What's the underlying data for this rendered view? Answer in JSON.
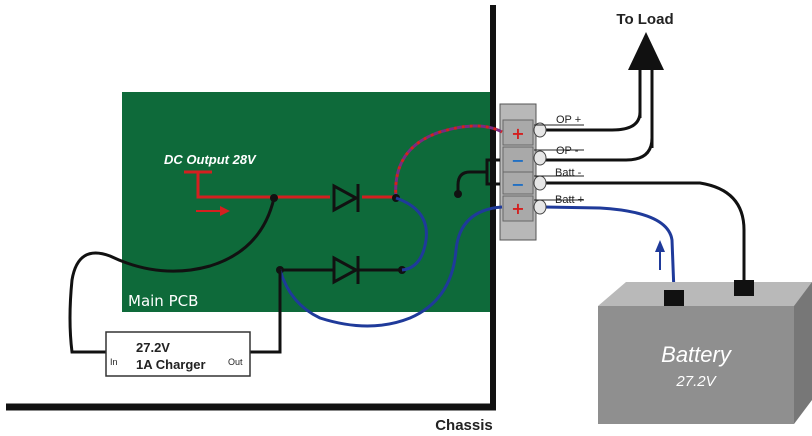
{
  "labels": {
    "to_load": "To Load",
    "dc_output": "DC Output 28V",
    "main_pcb": "Main PCB",
    "charger_line1": "27.2V",
    "charger_line2": "1A Charger",
    "charger_in": "In",
    "charger_out": "Out",
    "battery_name": "Battery",
    "battery_voltage": "27.2V",
    "chassis": "Chassis",
    "op_plus": "OP +",
    "op_minus": "OP -",
    "batt_minus": "Batt -",
    "batt_plus": "Batt +"
  },
  "terminal_signs": {
    "plus": "+",
    "minus": "−"
  },
  "colors": {
    "pcb": "#0e6a3a",
    "wire_black": "#111111",
    "wire_blue": "#1f3a9a",
    "wire_red": "#d42020",
    "wire_purple": "#7a2a82",
    "battery": "#9a9a9a",
    "terminal_block": "#b8b8b8"
  }
}
